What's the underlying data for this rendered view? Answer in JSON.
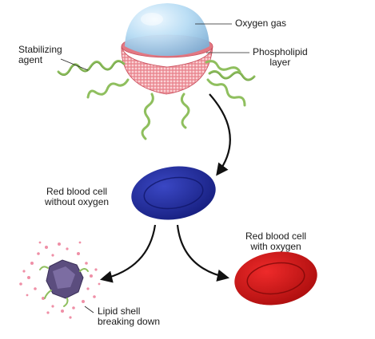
{
  "labels": {
    "oxygen_gas": "Oxygen gas",
    "stabilizing_agent": [
      "Stabilizing",
      "agent"
    ],
    "phospholipid_layer": [
      "Phospholipid",
      "layer"
    ],
    "rbc_without_oxygen": [
      "Red blood cell",
      "without oxygen"
    ],
    "rbc_with_oxygen": [
      "Red blood cell",
      "with oxygen"
    ],
    "lipid_shell": [
      "Lipid shell",
      "breaking down"
    ]
  },
  "colors": {
    "deoxygenated_cell": "#1f2a9c",
    "oxygenated_cell": "#d01414",
    "phospholipid": "#e9858d",
    "oxygen_dome": "#a9d3f0",
    "stabilizer": "#8fbf5e",
    "arrow": "#111111"
  }
}
